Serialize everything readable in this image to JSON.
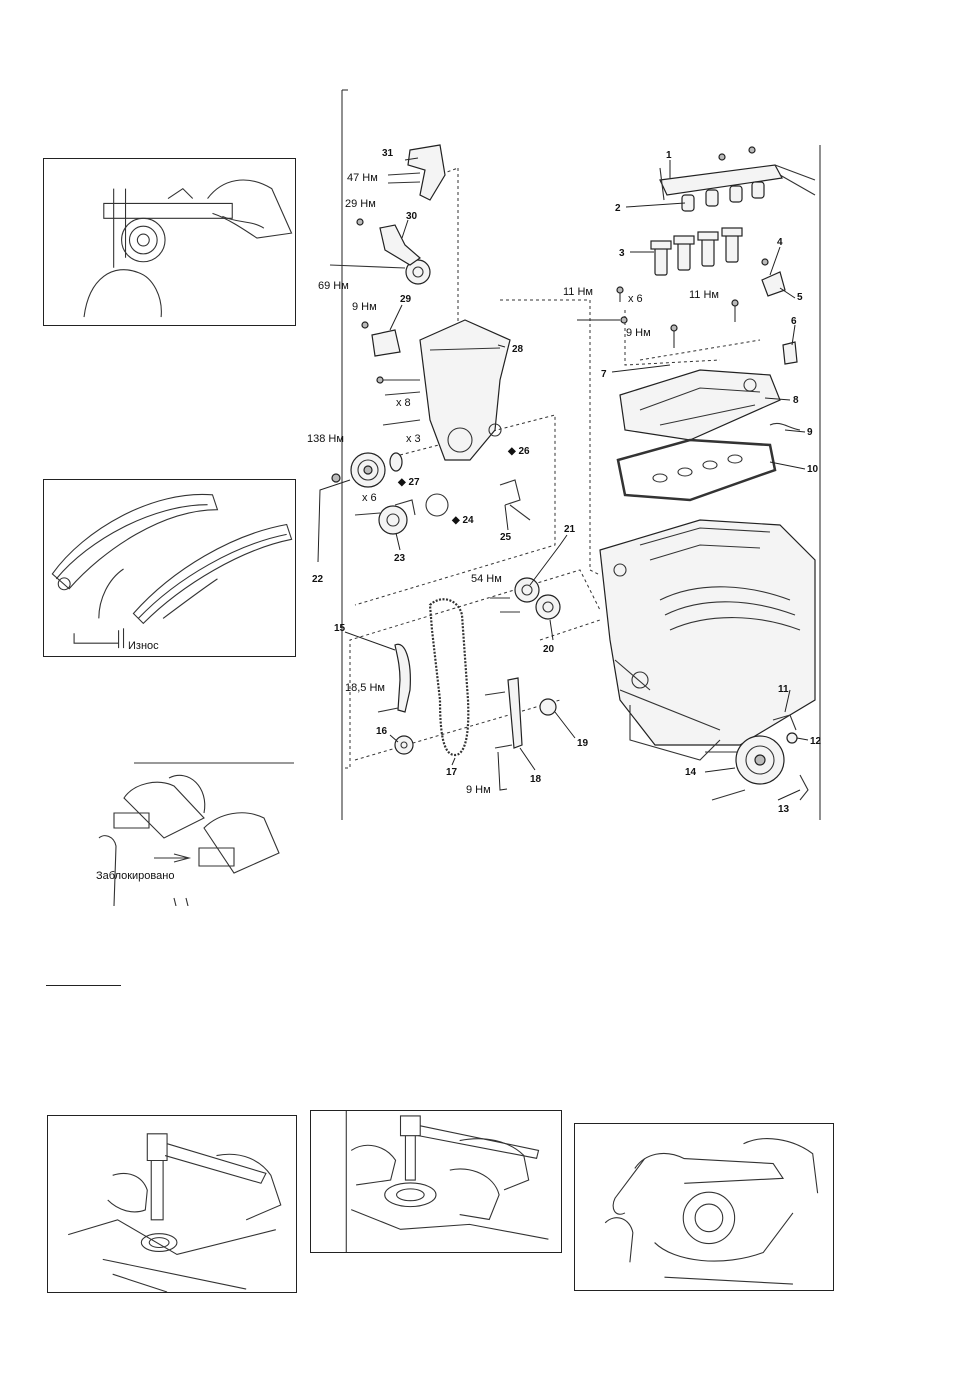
{
  "captions": {
    "wear": "Износ",
    "locked": "Заблокировано"
  },
  "torques": {
    "t47": "47 Нм",
    "t29": "29 Нм",
    "t69": "69 Нм",
    "t9a": "9 Нм",
    "t138": "138 Нм",
    "t54": "54 Нм",
    "t185": "18,5 Нм",
    "t9b": "9 Нм",
    "t11a": "11 Нм",
    "t11b": "11 Нм",
    "t9c": "9 Нм"
  },
  "quantities": {
    "x6a": "x 6",
    "x8": "x 8",
    "x3": "x 3",
    "x6b": "x 6"
  },
  "parts": [
    "1",
    "2",
    "3",
    "4",
    "5",
    "6",
    "7",
    "8",
    "9",
    "10",
    "11",
    "12",
    "13",
    "14",
    "15",
    "16",
    "17",
    "18",
    "19",
    "20",
    "21",
    "22",
    "23",
    "24",
    "25",
    "26",
    "27",
    "28",
    "29",
    "30",
    "31"
  ],
  "markers": {
    "m24": "◆ 24",
    "m26": "◆ 26",
    "m27": "◆ 27"
  }
}
